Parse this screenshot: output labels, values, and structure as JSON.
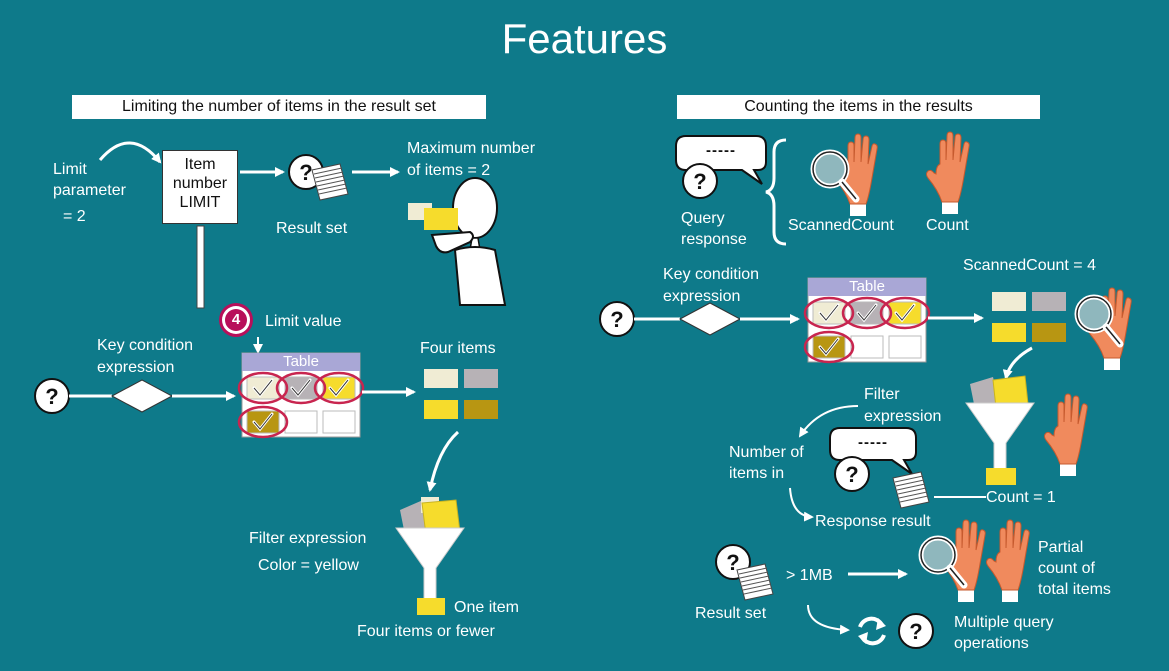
{
  "title": "Features",
  "left": {
    "header": "Limiting the number of items in the result set",
    "limit_parameter": [
      "Limit",
      "parameter",
      "= 2"
    ],
    "sign_lines": [
      "Item",
      "number",
      "LIMIT"
    ],
    "result_set": "Result set",
    "max_items": [
      "Maximum number",
      "of items  = 2"
    ],
    "limit_value_badge": "4",
    "limit_value": "Limit value",
    "key_condition": [
      "Key condition",
      "expression"
    ],
    "table_label": "Table",
    "four_items": "Four items",
    "filter_expression": "Filter expression",
    "filter_color": "Color = yellow",
    "one_item": "One item",
    "four_or_fewer": "Four items or fewer"
  },
  "right": {
    "header": "Counting the items in the results",
    "bubble_text": "-----",
    "query_response": [
      "Query",
      "response"
    ],
    "scanned_count_label": "ScannedCount",
    "count_label": "Count",
    "key_condition": [
      "Key condition",
      "expression"
    ],
    "table_label": "Table",
    "scanned_count_value": "ScannedCount  = 4",
    "filter_expression": [
      "Filter",
      "expression"
    ],
    "number_of_items": [
      "Number of",
      "items in"
    ],
    "response_result": "Response result",
    "count_value": "Count = 1",
    "result_set": "Result set",
    "size": "> 1MB",
    "partial_count": [
      "Partial",
      "count of",
      "total items"
    ],
    "multiple_ops": [
      "Multiple query",
      "operations"
    ]
  },
  "colors": {
    "background": "#0e7a8a",
    "item_cream": "#f0ecd4",
    "item_gray": "#b7b2b6",
    "item_yellow": "#f6dc2c",
    "item_olive": "#b89612",
    "highlight": "#c8254f",
    "hand": "#f08a5d",
    "table_header": "#a9a7d6"
  },
  "icons": [
    "question-icon",
    "document-stack-icon",
    "diamond-icon",
    "table-icon",
    "funnel-icon",
    "hand-icon",
    "magnifier-icon",
    "person-icon",
    "speech-bubble-icon",
    "refresh-icon"
  ]
}
